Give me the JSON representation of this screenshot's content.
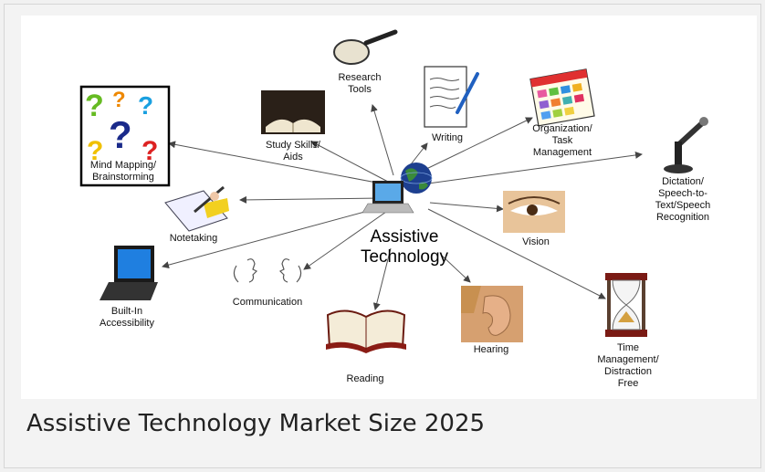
{
  "diagram": {
    "center_label": "Assistive\nTechnology",
    "nodes": [
      {
        "id": "mind-mapping",
        "label": "Mind Mapping/\nBrainstorming",
        "icon": "question-marks-icon"
      },
      {
        "id": "study-skills",
        "label": "Study Skills/\nAids",
        "icon": "open-book-icon"
      },
      {
        "id": "research-tools",
        "label": "Research\nTools",
        "icon": "magnifier-icon"
      },
      {
        "id": "writing",
        "label": "Writing",
        "icon": "pen-paper-icon"
      },
      {
        "id": "organization",
        "label": "Organization/\nTask\nManagement",
        "icon": "calendar-icon"
      },
      {
        "id": "dictation",
        "label": "Dictation/\nSpeech-to-\nText/Speech\nRecognition",
        "icon": "microphone-icon"
      },
      {
        "id": "notetaking",
        "label": "Notetaking",
        "icon": "notetaking-icon"
      },
      {
        "id": "vision",
        "label": "Vision",
        "icon": "eye-icon"
      },
      {
        "id": "built-in",
        "label": "Built-In\nAccessibility",
        "icon": "laptop-icon"
      },
      {
        "id": "communication",
        "label": "Communication",
        "icon": "faces-icon"
      },
      {
        "id": "reading",
        "label": "Reading",
        "icon": "book-icon"
      },
      {
        "id": "hearing",
        "label": "Hearing",
        "icon": "ear-icon"
      },
      {
        "id": "time-management",
        "label": "Time\nManagement/\nDistraction\nFree",
        "icon": "hourglass-icon"
      }
    ]
  },
  "caption": "Assistive Technology Market Size 2025"
}
